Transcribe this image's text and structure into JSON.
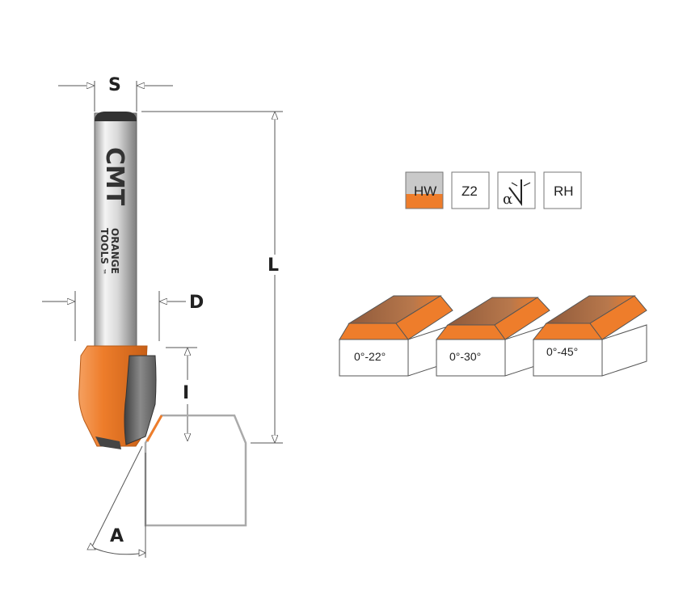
{
  "dimensions": {
    "s": "S",
    "l": "L",
    "d": "D",
    "i": "I",
    "a": "A"
  },
  "shank_logo": {
    "brand": "CMT",
    "line1": "ORANGE",
    "line2": "TOOLS",
    "tm": "™"
  },
  "badges": [
    {
      "label": "HW",
      "icon": "hw-badge"
    },
    {
      "label": "Z2",
      "icon": "z2-badge"
    },
    {
      "label": "α",
      "icon": "angle-badge"
    },
    {
      "label": "RH",
      "icon": "rh-badge"
    }
  ],
  "angle_blocks": [
    {
      "label": "0°-22°"
    },
    {
      "label": "0°-30°"
    },
    {
      "label": "0°-45°"
    }
  ],
  "colors": {
    "orange": "#ee7d2b",
    "orange_dark": "#c75f16",
    "steel_light": "#e6e6e6",
    "steel_dark": "#7a7a7a",
    "carbide": "#606060",
    "block_top": "#a86a45",
    "outline_gray": "#aaaaaa"
  }
}
